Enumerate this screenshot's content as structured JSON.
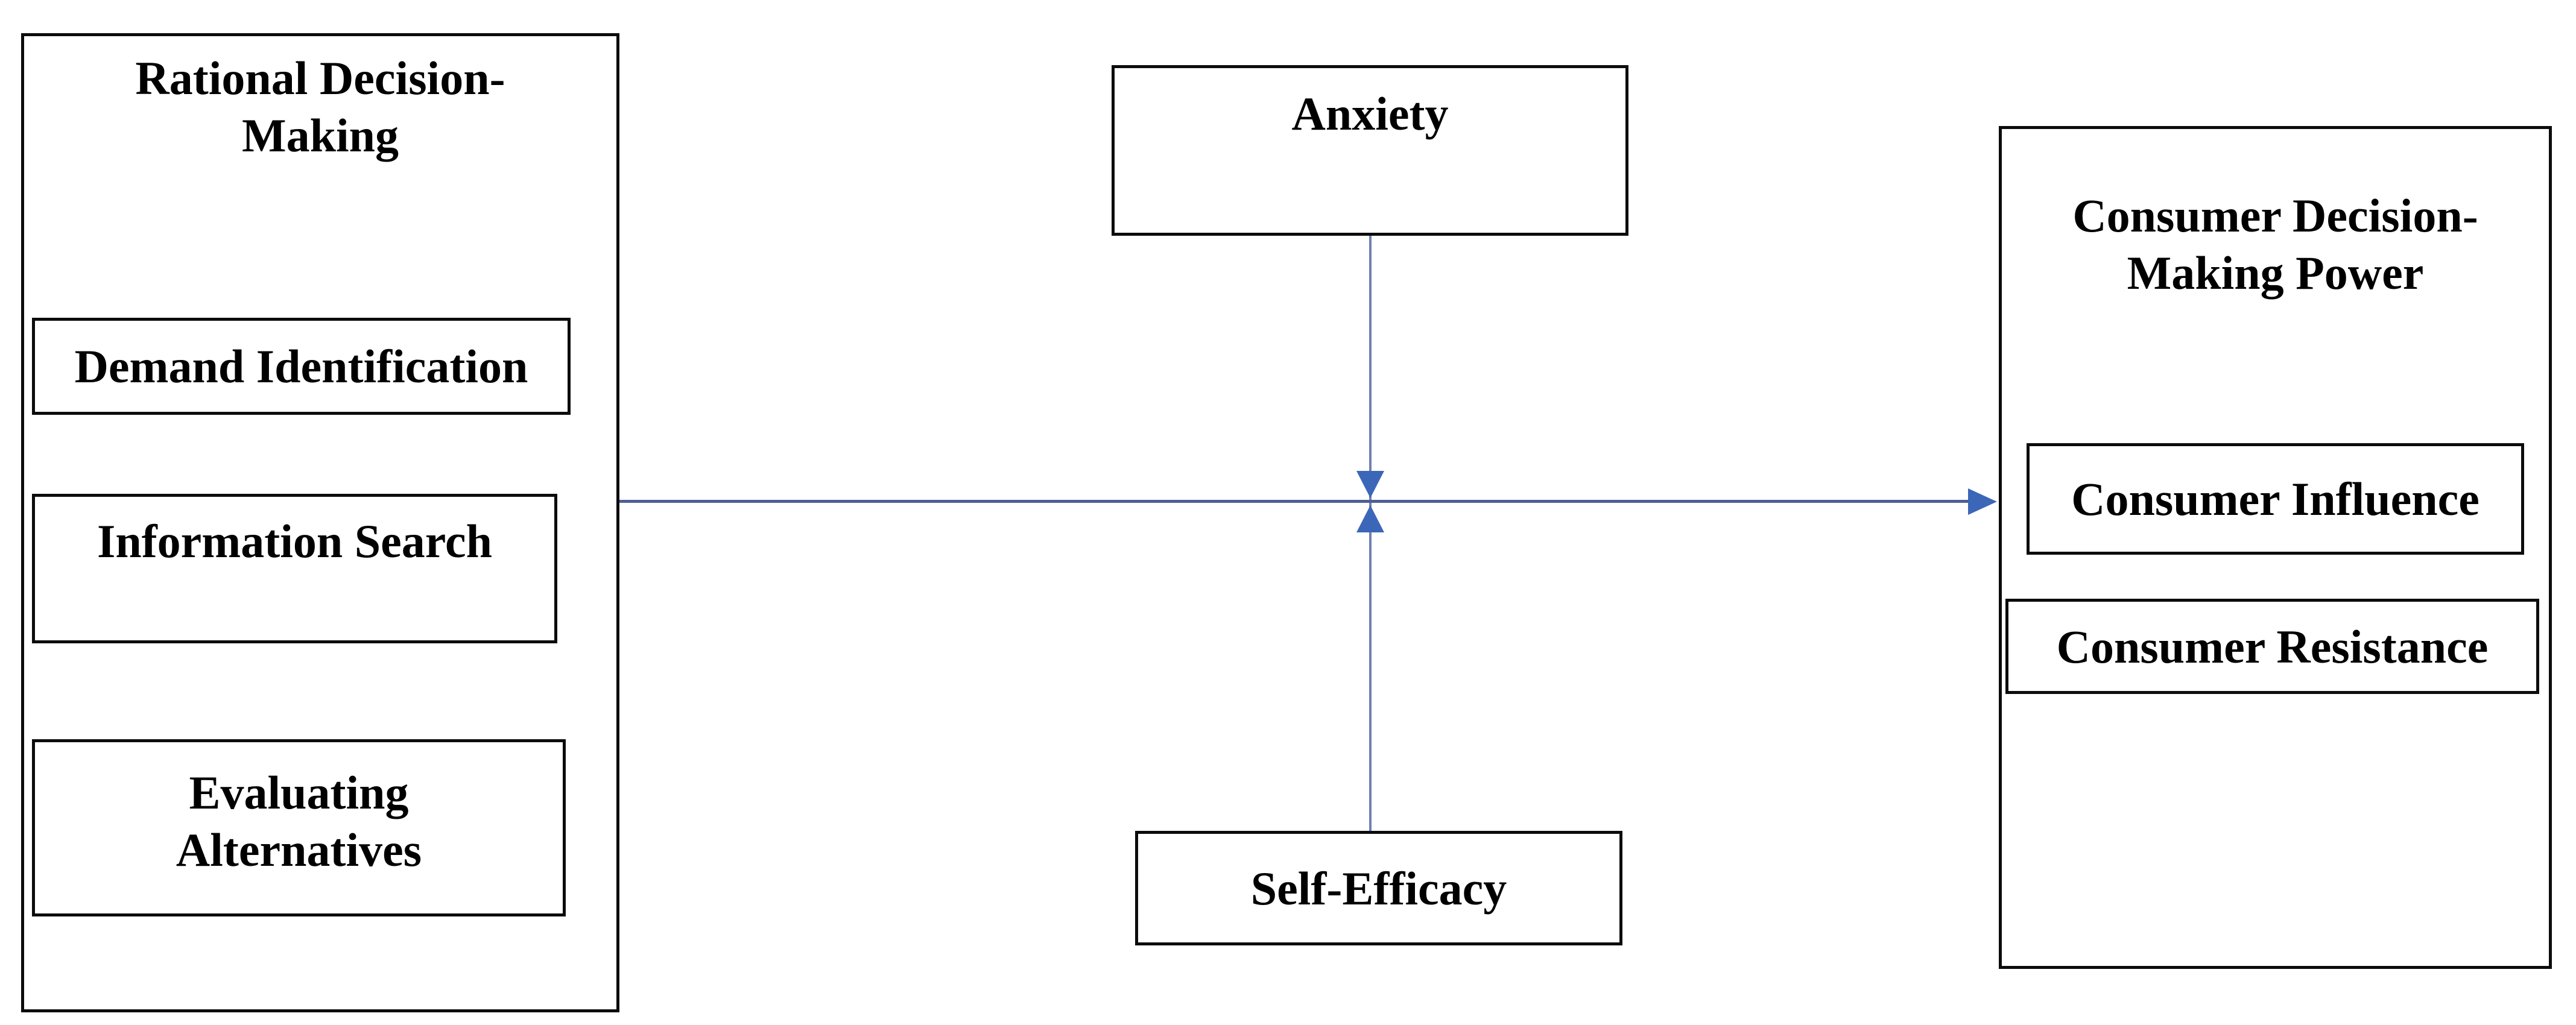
{
  "diagram": {
    "left_panel": {
      "title_lines": [
        "Rational Decision-",
        "Making"
      ],
      "items": [
        {
          "label": "Demand Identification"
        },
        {
          "label": "Information Search"
        },
        {
          "label_lines": [
            "Evaluating",
            "Alternatives"
          ]
        }
      ]
    },
    "moderators": {
      "top": {
        "label": "Anxiety"
      },
      "bottom": {
        "label": "Self-Efficacy"
      }
    },
    "right_panel": {
      "title_lines": [
        "Consumer Decision-",
        "Making Power"
      ],
      "items": [
        {
          "label": "Consumer Influence"
        },
        {
          "label": "Consumer Resistance"
        }
      ]
    },
    "connectors": {
      "horizontal_arrow": "rational-decision-making to consumer-decision-making-power",
      "top_arrow": "anxiety moderates main path",
      "bottom_arrow": "self-efficacy moderates main path"
    },
    "colors": {
      "box_border": "#0c0c0c",
      "horizontal_line": "#4f5f94",
      "vertical_line": "#7080b4",
      "arrowhead": "#3c66b8",
      "background": "#ffffff",
      "text": "#000000"
    }
  }
}
